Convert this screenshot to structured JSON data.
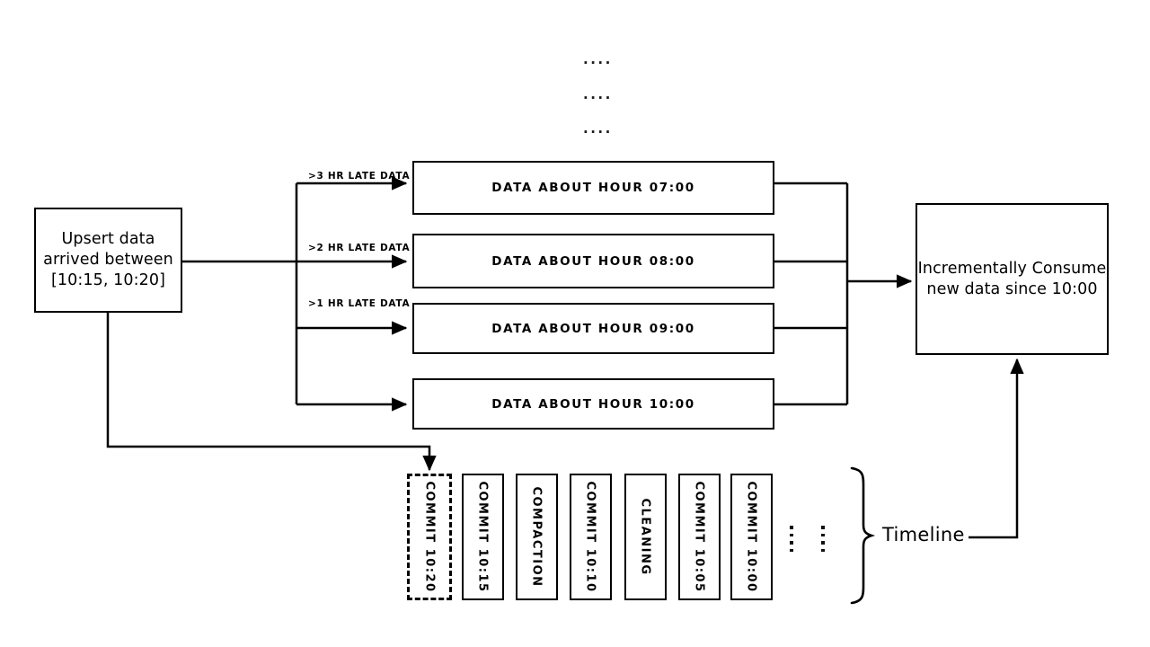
{
  "diagram": {
    "title_dots": [
      "....",
      "....",
      "...."
    ],
    "source_box": {
      "lines": [
        "Upsert data",
        "arrived between",
        "[10:15, 10:20]"
      ]
    },
    "late_labels": [
      ">3 HR LATE DATA",
      ">2 HR LATE DATA",
      ">1 HR LATE DATA"
    ],
    "hour_boxes": [
      {
        "label": "DATA ABOUT HOUR 07:00"
      },
      {
        "label": "DATA ABOUT HOUR 08:00"
      },
      {
        "label": "DATA ABOUT HOUR 09:00"
      },
      {
        "label": "DATA ABOUT HOUR 10:00"
      }
    ],
    "consume_box": {
      "lines": [
        "Incrementally Consume",
        "new data since 10:00"
      ]
    },
    "timeline": {
      "label": "Timeline",
      "commits": [
        {
          "label": "COMMIT 10:20",
          "style": "dashed"
        },
        {
          "label": "COMMIT 10:15",
          "style": "solid"
        },
        {
          "label": "COMPACTION",
          "style": "solid"
        },
        {
          "label": "COMMIT 10:10",
          "style": "solid"
        },
        {
          "label": "CLEANING",
          "style": "solid"
        },
        {
          "label": "COMMIT 10:05",
          "style": "solid"
        },
        {
          "label": "COMMIT 10:00",
          "style": "solid"
        }
      ]
    },
    "colors": {
      "stroke": "#000000",
      "background": "#ffffff"
    }
  }
}
